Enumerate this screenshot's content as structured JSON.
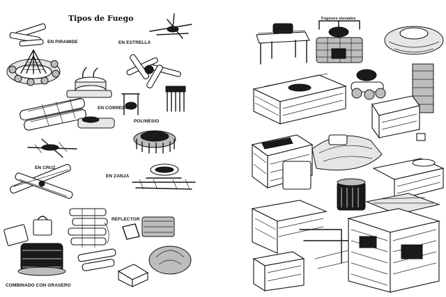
{
  "left": {
    "title": "Tipos de Fuego",
    "labels": {
      "piramide": "EN PIRAMIDE",
      "estrella": "EN ESTRELLA",
      "corredor": "EN CORREDOR",
      "polinesio": "POLINESIO",
      "cruz": "EN CRUZ",
      "zanja": "EN ZANJA",
      "reflector": "REFLECTOR",
      "combinado": "COMBINADO CON GRASERO"
    }
  },
  "right": {
    "title": "Fogones elevados"
  }
}
